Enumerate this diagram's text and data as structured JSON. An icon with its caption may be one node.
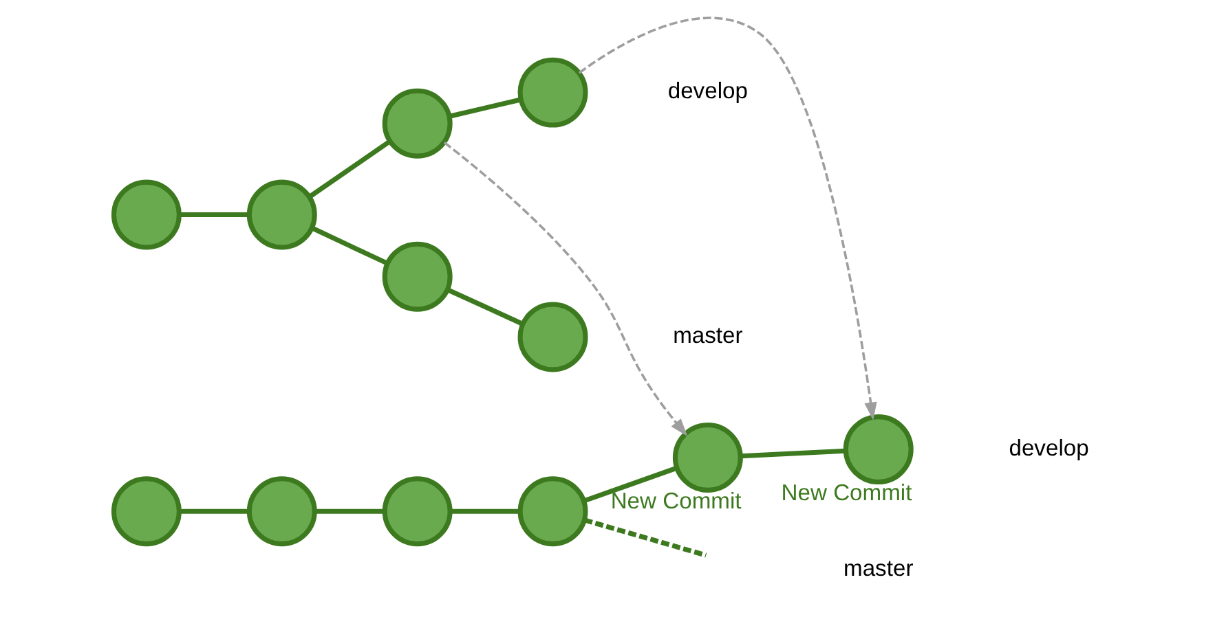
{
  "diagram": {
    "nodes": [
      {
        "text": [],
        "shape": "circle"
      },
      {
        "text": [],
        "shape": "circle"
      },
      {
        "text": [],
        "shape": "circle"
      },
      {
        "text": [],
        "shape": "circle"
      },
      {
        "text": [],
        "shape": "circle"
      },
      {
        "text": [],
        "shape": "circle"
      },
      {
        "text": [],
        "shape": "circle"
      },
      {
        "text": [],
        "shape": "circle"
      },
      {
        "text": [],
        "shape": "circle"
      },
      {
        "text": [],
        "shape": "circle"
      },
      {
        "text": [],
        "shape": "circle",
        "beside": [
          "New Commit"
        ]
      },
      {
        "text": [],
        "shape": "circle",
        "beside": [
          "New Commit"
        ]
      }
    ],
    "edges": [
      {
        "from": 0,
        "to": 1,
        "arrow": "none"
      },
      {
        "from": 1,
        "to": 2,
        "arrow": "none"
      },
      {
        "from": 2,
        "to": 3,
        "arrow": "none"
      },
      {
        "from": 1,
        "to": 4,
        "arrow": "none"
      },
      {
        "from": 4,
        "to": 5,
        "arrow": "none"
      },
      {
        "from": 6,
        "to": 7,
        "arrow": "none"
      },
      {
        "from": 7,
        "to": 8,
        "arrow": "none"
      },
      {
        "from": 8,
        "to": 9,
        "arrow": "none"
      },
      {
        "from": 9,
        "to": 10,
        "arrow": "none"
      },
      {
        "from": 10,
        "to": 11,
        "arrow": "none"
      },
      {
        "from": 9,
        "to": null,
        "arrow": "none",
        "style": "dashed"
      },
      {
        "from": 2,
        "to": 10,
        "arrow": "to",
        "style": "dashed",
        "color": "#9e9e9e"
      },
      {
        "from": 3,
        "to": 11,
        "arrow": "to",
        "style": "dashed",
        "color": "#9e9e9e"
      }
    ],
    "labels": [
      "develop",
      "master",
      "develop",
      "master"
    ]
  }
}
